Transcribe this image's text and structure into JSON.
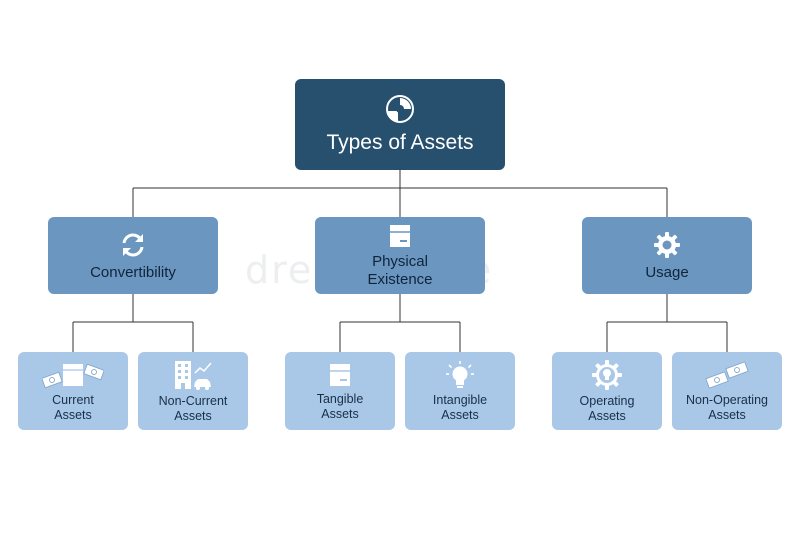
{
  "root": {
    "label": "Types of Assets",
    "icon": "pie-chart-icon"
  },
  "categories": [
    {
      "label": "Convertibility",
      "icon": "refresh-arrows-icon",
      "children": [
        {
          "label_line1": "Current",
          "label_line2": "Assets",
          "icon": "cash-box-icon"
        },
        {
          "label_line1": "Non-Current",
          "label_line2": "Assets",
          "icon": "building-car-icon"
        }
      ]
    },
    {
      "label_line1": "Physical",
      "label_line2": "Existence",
      "icon": "box-icon",
      "children": [
        {
          "label_line1": "Tangible",
          "label_line2": "Assets",
          "icon": "box-icon"
        },
        {
          "label_line1": "Intangible",
          "label_line2": "Assets",
          "icon": "lightbulb-icon"
        }
      ]
    },
    {
      "label": "Usage",
      "icon": "gear-icon",
      "children": [
        {
          "label_line1": "Operating",
          "label_line2": "Assets",
          "icon": "gear-bulb-icon"
        },
        {
          "label_line1": "Non-Operating",
          "label_line2": "Assets",
          "icon": "cash-notes-icon"
        }
      ]
    }
  ],
  "watermark": "dreamstime",
  "colors": {
    "root": "#27506e",
    "category": "#6a96bf",
    "leaf": "#a9c7e6",
    "line": "#333333"
  }
}
